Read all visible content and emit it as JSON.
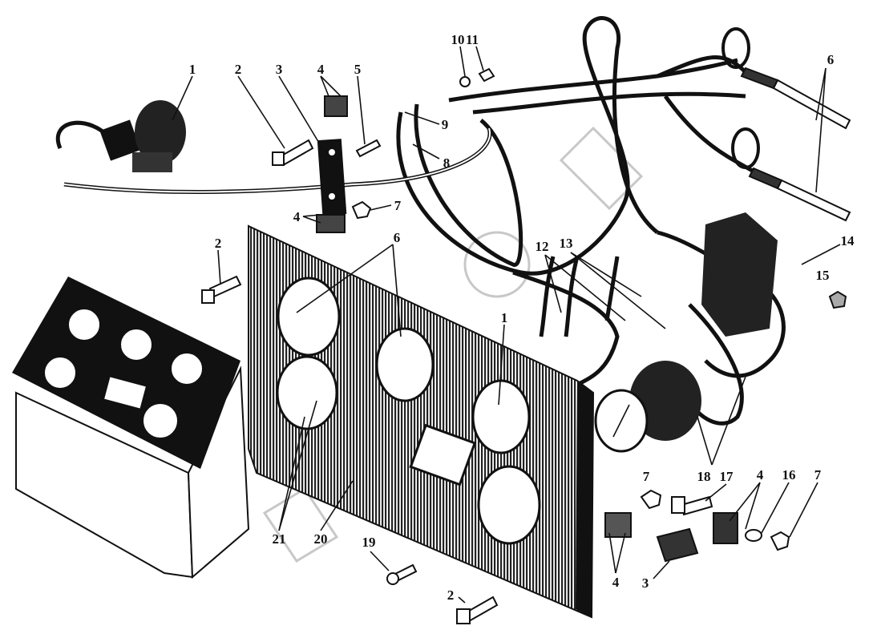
{
  "diagram": {
    "callouts": [
      "1",
      "2",
      "3",
      "4",
      "5",
      "10",
      "11",
      "9",
      "8",
      "7",
      "4",
      "6",
      "2",
      "6",
      "12",
      "13",
      "14",
      "15",
      "1",
      "18",
      "17",
      "7",
      "4",
      "16",
      "7",
      "21",
      "20",
      "19",
      "2",
      "4",
      "3"
    ],
    "watermark": "",
    "colors": {
      "ink": "#111111",
      "paper": "#ffffff",
      "watermark": "#c8c8c8"
    }
  }
}
